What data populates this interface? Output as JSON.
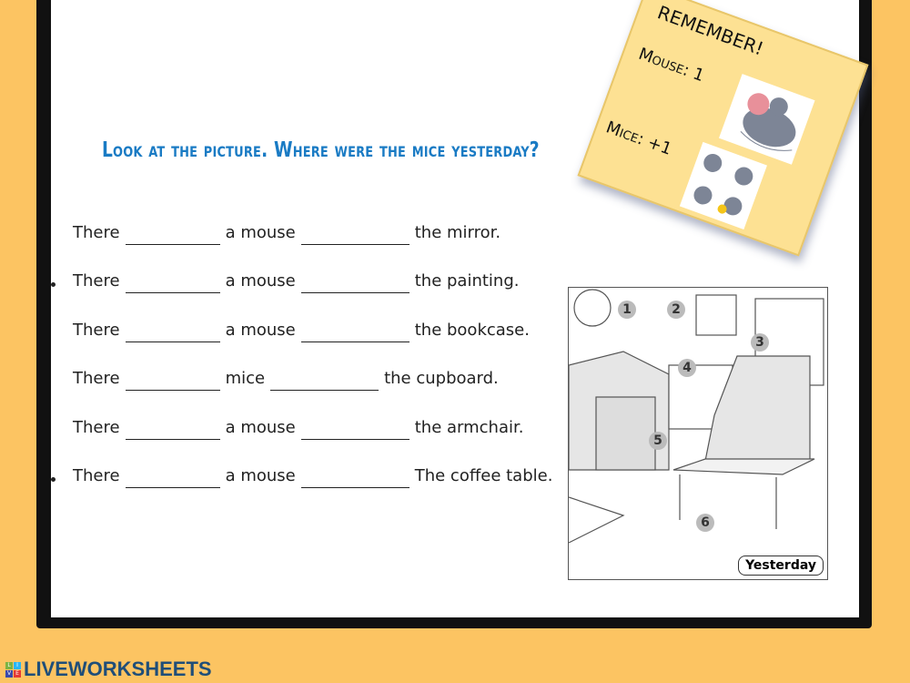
{
  "title": "Look at the picture. Where were the mice yesterday?",
  "exercises": [
    {
      "start": "There",
      "middle": "a mouse",
      "end": "the mirror.",
      "bullet": false
    },
    {
      "start": "There",
      "middle": "a mouse",
      "end": "the painting.",
      "bullet": true
    },
    {
      "start": "There",
      "middle": "a mouse",
      "end": "the bookcase.",
      "bullet": false
    },
    {
      "start": "There",
      "middle": "mice",
      "end": "the cupboard.",
      "bullet": false
    },
    {
      "start": "There",
      "middle": "a mouse",
      "end": "the armchair.",
      "bullet": false
    },
    {
      "start": "There",
      "middle": "a mouse",
      "end": "The coffee table.",
      "bullet": true
    }
  ],
  "note": {
    "heading": "REMEMBER!",
    "mouse": "Mouse: 1",
    "mice": "Mice: +1"
  },
  "picture": {
    "numbers": [
      "1",
      "2",
      "3",
      "4",
      "5",
      "6"
    ],
    "label": "Yesterday"
  },
  "brand": {
    "name": "LIVEWORKSHEETS",
    "letters": [
      "L",
      "I",
      "V",
      "E"
    ]
  },
  "colors": {
    "background": "#fcc462",
    "title": "#1a7bc4",
    "note": "#fde193",
    "brand": "#1f4e79"
  }
}
